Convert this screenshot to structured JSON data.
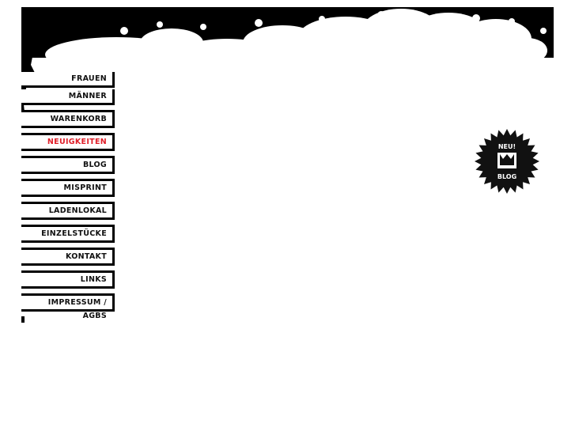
{
  "nav": {
    "items": [
      {
        "label": "FRAUEN"
      },
      {
        "label": "MÄNNER"
      },
      {
        "label": "WARENKORB"
      },
      {
        "label": "NEUIGKEITEN",
        "active": true
      },
      {
        "label": "BLOG"
      },
      {
        "label": "MISPRINT"
      },
      {
        "label": "LADENLOKAL"
      },
      {
        "label": "EINZELSTÜCKE"
      },
      {
        "label": "KONTAKT"
      },
      {
        "label": "LINKS"
      },
      {
        "label": "IMPRESSUM / AGBS"
      }
    ]
  },
  "badge": {
    "top": "NEU!",
    "bottom": "BLOG"
  },
  "colors": {
    "active": "#e0202a",
    "ink": "#000000"
  }
}
